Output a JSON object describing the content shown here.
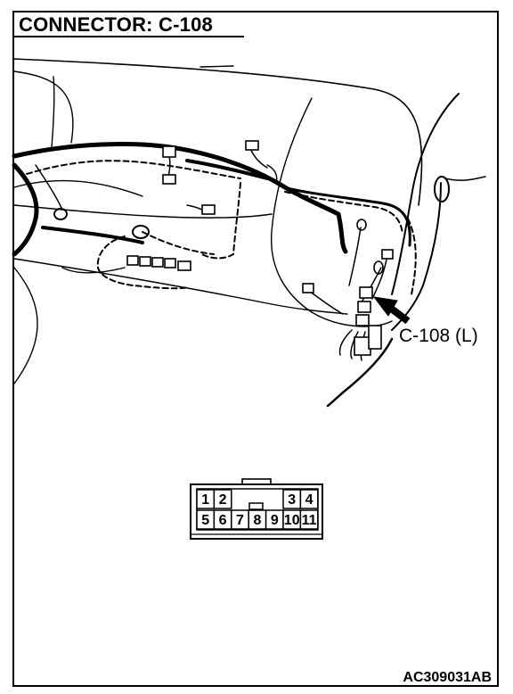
{
  "title": "CONNECTOR: C-108",
  "callout_label": "C-108 (L)",
  "figure_id": "AC309031AB",
  "connector_pins": {
    "top_row": [
      "1",
      "2",
      "3",
      "4"
    ],
    "bottom_row": [
      "5",
      "6",
      "7",
      "8",
      "9",
      "10",
      "11"
    ]
  }
}
